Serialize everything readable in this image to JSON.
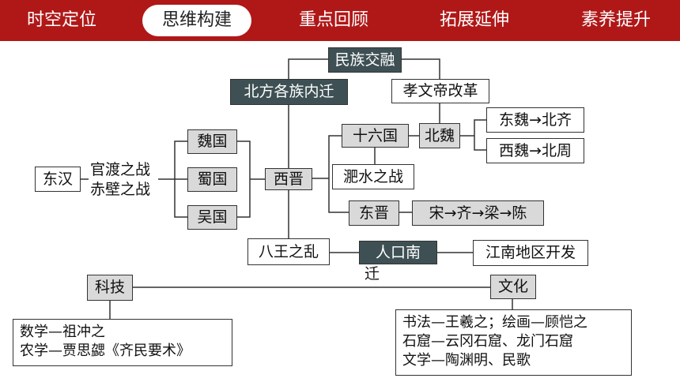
{
  "nav": {
    "tabs": [
      {
        "label": "时空定位",
        "active": false
      },
      {
        "label": "思维构建",
        "active": true
      },
      {
        "label": "重点回顾",
        "active": false
      },
      {
        "label": "拓展延伸",
        "active": false
      },
      {
        "label": "素养提升",
        "active": false
      }
    ],
    "bar_color": "#b01818"
  },
  "diagram": {
    "minzu": "民族交融",
    "beifang": "北方各族内迁",
    "xiaowen": "孝文帝改革",
    "beiwei": "北魏",
    "dongwei": "东魏→北齐",
    "xiwei": "西魏→北周",
    "shiliuguo": "十六国",
    "feishui": "淝水之战",
    "dongjin": "东晋",
    "nanchao": "宋→齐→梁→陈",
    "xijin": "西晋",
    "weiguo": "魏国",
    "shuguo": "蜀国",
    "wuguo": "吴国",
    "donghan": "东汉",
    "guandu": "官渡之战",
    "chibi": "赤壁之战",
    "bawang": "八王之乱",
    "renkou_a": "人口南",
    "renkou_b": "迁",
    "jiangnan": "江南地区开发",
    "keji": "科技",
    "wenhua": "文化",
    "keji_lines": [
      "数学—祖冲之",
      "农学—贾思勰《齐民要术》"
    ],
    "wenhua_lines": [
      "书法—王羲之；绘画—顾恺之",
      "石窟—云冈石窟、龙门石窟",
      "文学—陶渊明、民歌"
    ]
  }
}
